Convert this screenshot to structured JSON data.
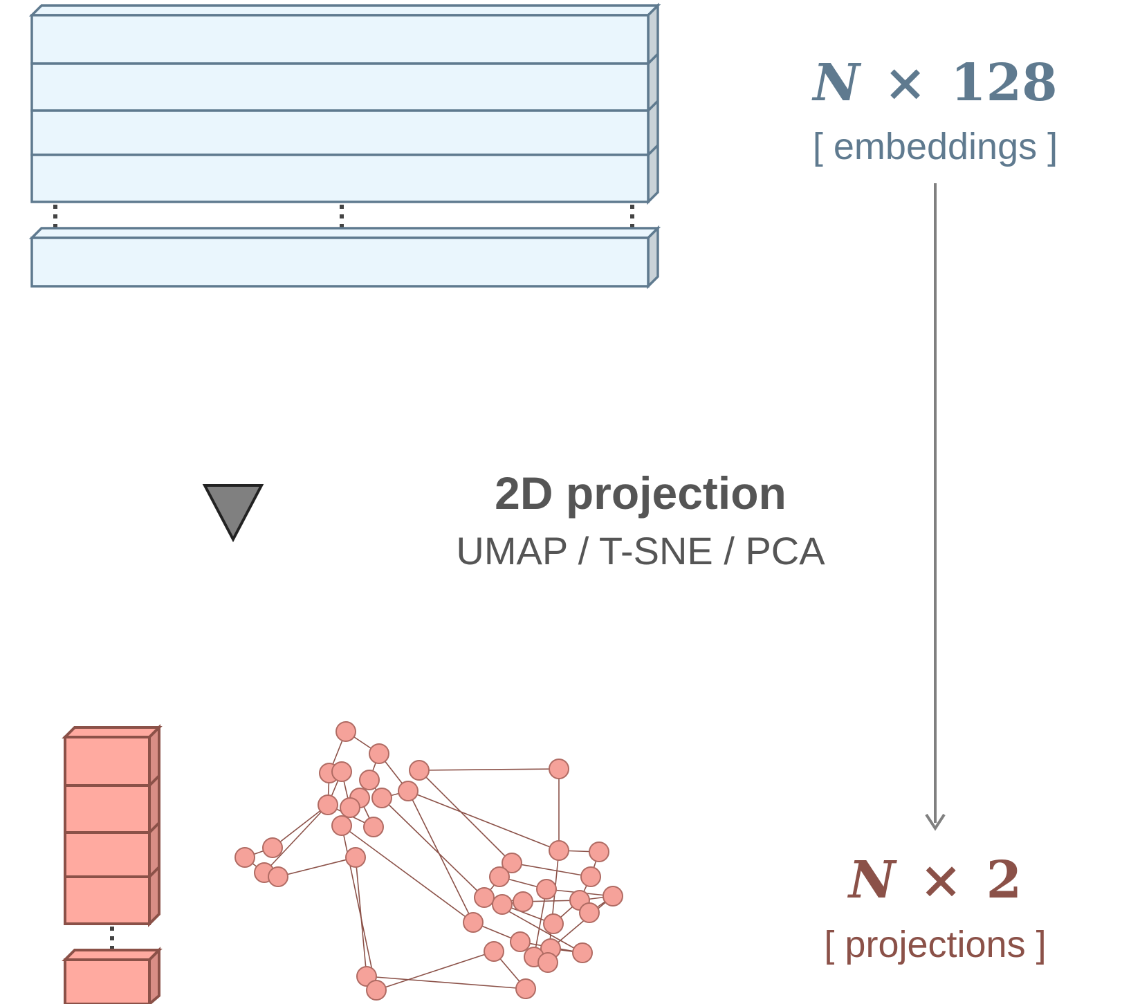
{
  "embeddings": {
    "shape_var": "N",
    "shape_times": "×",
    "shape_dim": "128",
    "label": "[ embeddings ]",
    "color": "#5f7a8f",
    "fill": "#eaf6fd"
  },
  "projection": {
    "title": "2D projection",
    "methods": "UMAP / T-SNE / PCA",
    "color": "#555555"
  },
  "projections": {
    "shape_var": "N",
    "shape_times": "×",
    "shape_dim": "2",
    "label": "[ projections ]",
    "color": "#8b5148",
    "fill": "#ffaaa0"
  }
}
